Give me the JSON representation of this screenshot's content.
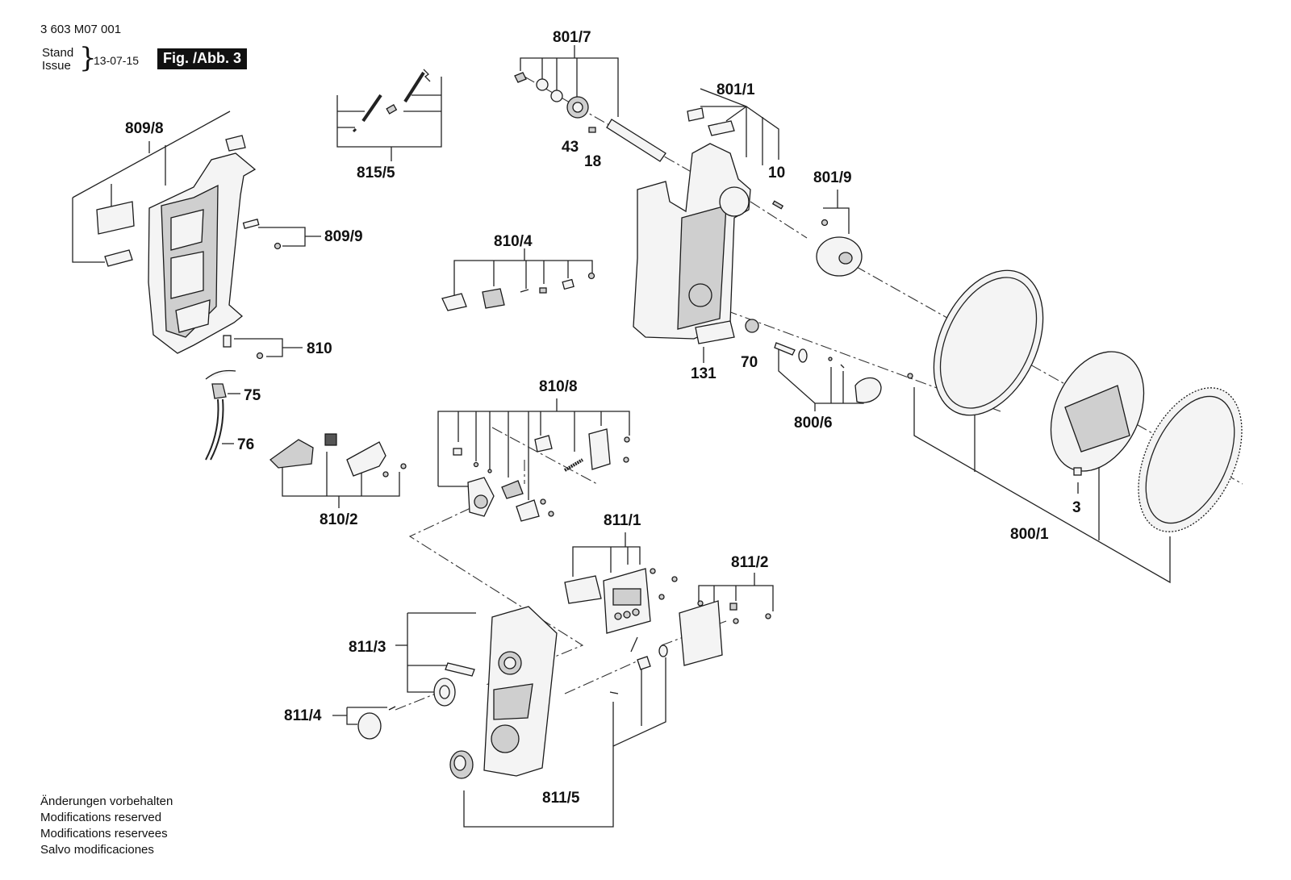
{
  "header": {
    "doc_number": "3 603 M07 001",
    "stand_label": "Stand",
    "issue_label": "Issue",
    "date": "13-07-15",
    "figure_label": "Fig. /Abb. 3"
  },
  "footer": {
    "lines": [
      "Änderungen vorbehalten",
      "Modifications reserved",
      "Modifications reservees",
      "Salvo modificaciones"
    ]
  },
  "callouts": [
    "809/8",
    "809/9",
    "810",
    "75",
    "76",
    "815/5",
    "810/4",
    "810/2",
    "810/8",
    "801/7",
    "43",
    "18",
    "801/1",
    "10",
    "801/9",
    "131",
    "70",
    "800/6",
    "800/1",
    "3",
    "811/1",
    "811/2",
    "811/3",
    "811/4",
    "811/5"
  ]
}
